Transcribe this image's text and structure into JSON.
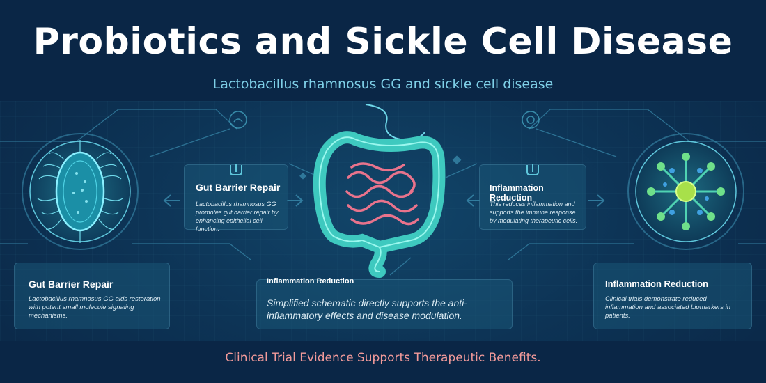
{
  "header": {
    "title": "Probiotics and Sickle Cell Disease",
    "subtitle": "Lactobacillus rhamnosus GG and sickle cell disease"
  },
  "cards": {
    "gut_top": {
      "title": "Gut Barrier Repair",
      "body": "Lactobacillus rhamnosus GG promotes gut barrier repair by enhancing epithelial cell function.",
      "icon": "bacteria-hand-icon"
    },
    "inflam_top": {
      "title": "Inflammation Reduction",
      "body": "This reduces inflammation and supports the immune response by modulating therapeutic cells.",
      "icon": "bacteria-hand-icon"
    },
    "gut_bottom": {
      "title": "Gut Barrier Repair",
      "body": "Lactobacillus rhamnosus GG aids restoration with potent small molecule signaling mechanisms."
    },
    "inflam_center": {
      "title": "Inflammation Reduction",
      "body": "Simplified schematic directly supports the anti-inflammatory effects and disease modulation."
    },
    "inflam_right": {
      "title": "Inflammation Reduction",
      "body": "Clinical trials demonstrate reduced inflammation and associated biomarkers in patients."
    }
  },
  "illustrations": {
    "left": "bacterium-icon",
    "center": "intestine-icon",
    "right": "immune-cell-icon"
  },
  "footer": {
    "text": "Clinical Trial Evidence Supports Therapeutic Benefits."
  },
  "colors": {
    "background": "#0b2747",
    "accent_cyan": "#5fe3e8",
    "footer_text": "#f29a9a",
    "intestine_pink": "#e9738c"
  }
}
